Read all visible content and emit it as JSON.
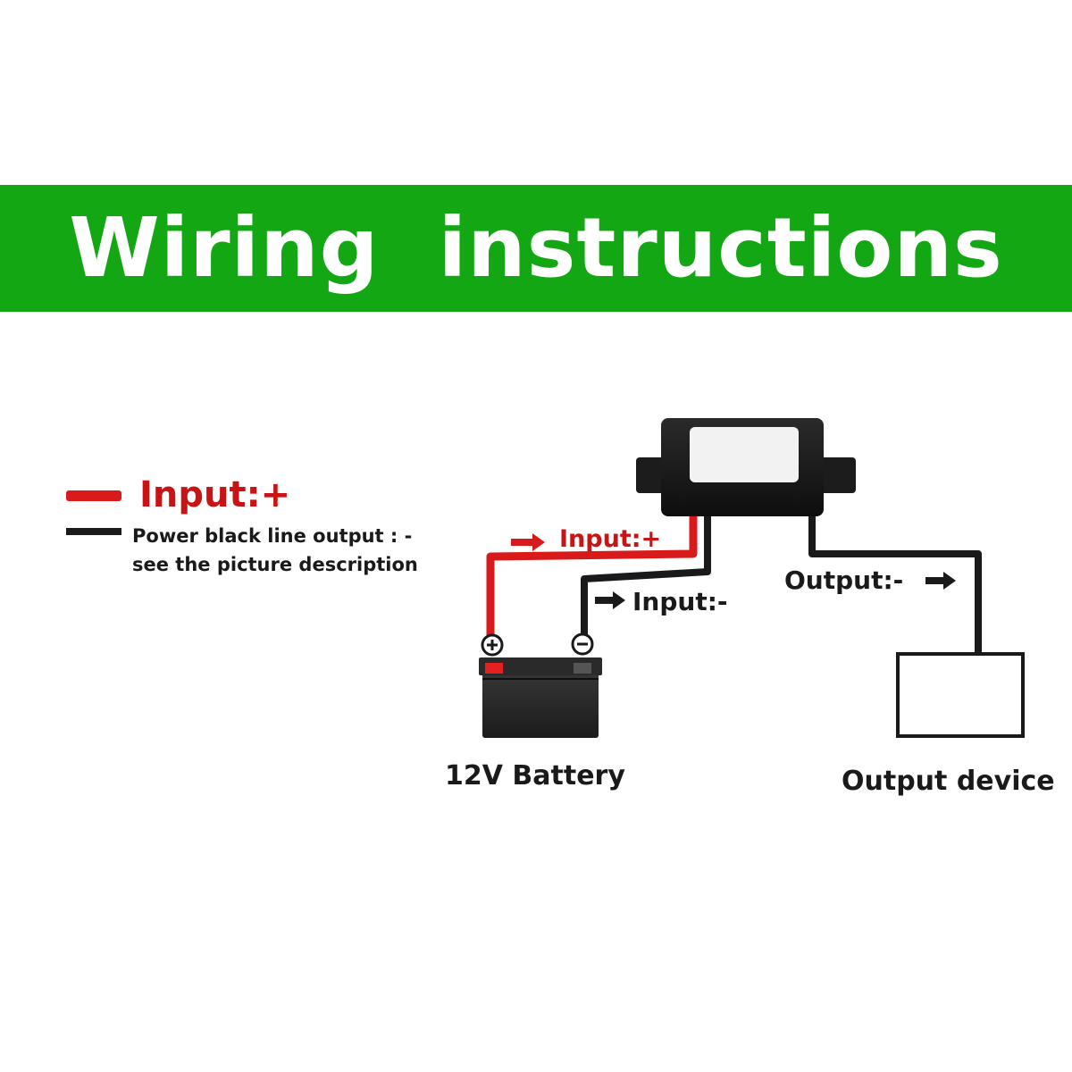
{
  "banner": {
    "title": "Wiring  instructions"
  },
  "legend": {
    "red_label": "Input:+",
    "black_line1": "Power black line output : -",
    "black_line2": "see the picture description"
  },
  "labels": {
    "input_plus": "Input:+",
    "input_minus": "Input:-",
    "output_minus": "Output:-",
    "battery": "12V Battery",
    "output_device": "Output device"
  },
  "colors": {
    "banner": "#13a813",
    "red_wire": "#d81a1a",
    "black_wire": "#1a1a1a",
    "module": "#161616"
  },
  "icons": [
    "plus-terminal-icon",
    "minus-terminal-icon",
    "arrow-right-icon"
  ]
}
